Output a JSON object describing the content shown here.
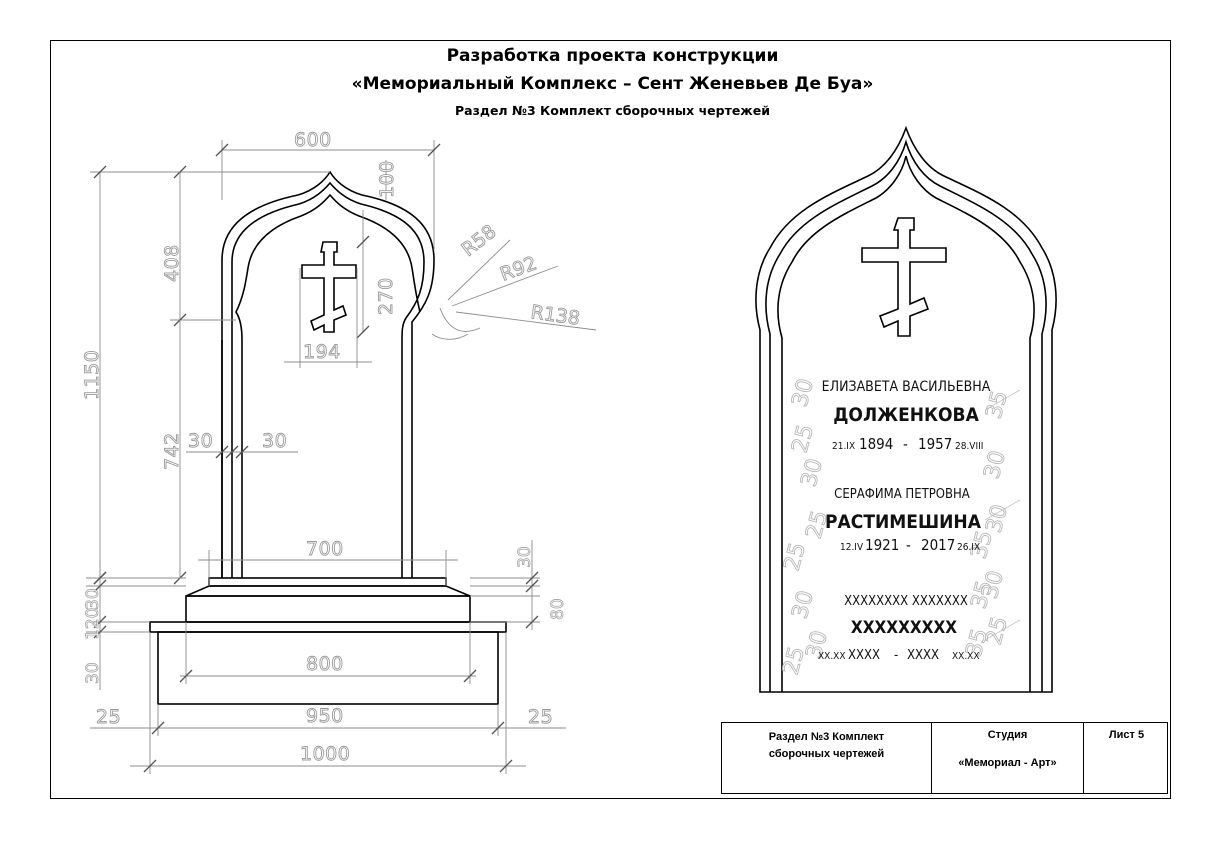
{
  "header": {
    "title_line1": "Разработка проекта конструкции",
    "title_line2": "«Мемориальный Комплекс – Сент Женевьев Де Буа»",
    "title_line3": "Раздел №3 Комплект сборочных чертежей"
  },
  "left_drawing": {
    "dimensions": {
      "width_top": "600",
      "peak_height": "100",
      "arch_height": "408",
      "radius_small": "R58",
      "radius_mid": "R92",
      "radius_large": "R138",
      "cross_height": "270",
      "cross_width": "194",
      "total_height": "1150",
      "shaft_height": "742",
      "frame_left": "30",
      "frame_right": "30",
      "plinth_width": "700",
      "plinth_top": "30",
      "plinth_top_left": "30",
      "step_right": "80",
      "step_left": "120",
      "base_left": "30",
      "base_inner": "800",
      "base_width": "950",
      "base_total": "1000",
      "offset_left": "25",
      "offset_right": "25"
    }
  },
  "right_drawing": {
    "person1": {
      "name": "ЕЛИЗАВЕТА ВАСИЛЬЕВНА",
      "surname": "ДОЛЖЕНКОВА",
      "birth_day": "21.IX",
      "birth_year": "1894",
      "dash": "-",
      "death_year": "1957",
      "death_day": "28.VIII"
    },
    "person2": {
      "name": "СЕРАФИМА ПЕТРОВНА",
      "surname": "РАСТИМЕШИНА",
      "birth_day": "12.IV",
      "birth_year": "1921",
      "dash": "-",
      "death_year": "2017",
      "death_day": "26.IX"
    },
    "person3": {
      "name": "XXXXXXXX XXXXXXX",
      "surname": "XXXXXXXXX",
      "birth_day": "XX.XX",
      "birth_year": "XXXX",
      "dash": "-",
      "death_year": "XXXX",
      "death_day": "XX.XX"
    },
    "text_dims": {
      "d1": "30",
      "d2": "25",
      "d3": "30",
      "d4": "25",
      "d5": "35",
      "d6": "30",
      "d7": "25",
      "d8": "30",
      "d9": "25",
      "d10": "35",
      "d11": "30",
      "d12": "35",
      "d13": "30",
      "d14": "25",
      "d15": "35",
      "d16": "30"
    }
  },
  "title_block": {
    "section_line1": "Раздел №3 Комплект",
    "section_line2": "сборочных чертежей",
    "studio_label": "Студия",
    "studio_name": "«Мемориал - Арт»",
    "sheet_label": "Лист 5"
  },
  "colors": {
    "line": "#000000",
    "dimension": "#8c8c8c",
    "background": "#ffffff"
  }
}
